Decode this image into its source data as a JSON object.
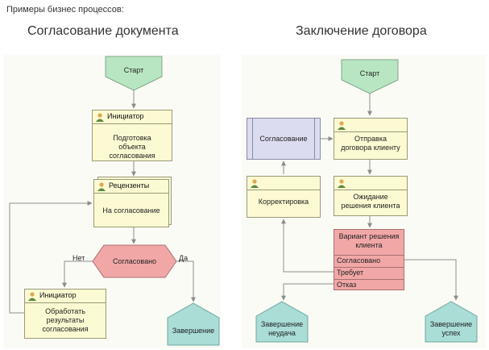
{
  "page_title": "Примеры бизнес процессов:",
  "left": {
    "title": "Согласование документа",
    "start": "Старт",
    "initiator1": {
      "role": "Инициатор",
      "task": "Подготовка объекта согласования"
    },
    "reviewers": {
      "role": "Рецензенты",
      "task": "На согласование"
    },
    "decision": "Согласовано",
    "label_no": "Нет",
    "label_yes": "Да",
    "initiator2": {
      "role": "Инициатор",
      "task": "Обработать результаты согласования"
    },
    "end": "Завершение"
  },
  "right": {
    "title": "Заключение договора",
    "start": "Старт",
    "approval": "Согласование",
    "send": "Отправка договора клиенту",
    "correction": "Корректировка",
    "wait": "Ожидание решения клиента",
    "variant": {
      "title": "Вариант решения клиента",
      "options": [
        "Согласовано",
        "Требует",
        "Отказ"
      ]
    },
    "end_fail": "Завершение неудача",
    "end_success": "Завершение успех"
  },
  "colors": {
    "start_end": "#b9e6c2",
    "end_teal": "#a9ddd6",
    "task": "#fcfad2",
    "decision": "#f2a7a7",
    "subprocess": "#dcdcf0",
    "arrow": "#8c8c8c"
  }
}
